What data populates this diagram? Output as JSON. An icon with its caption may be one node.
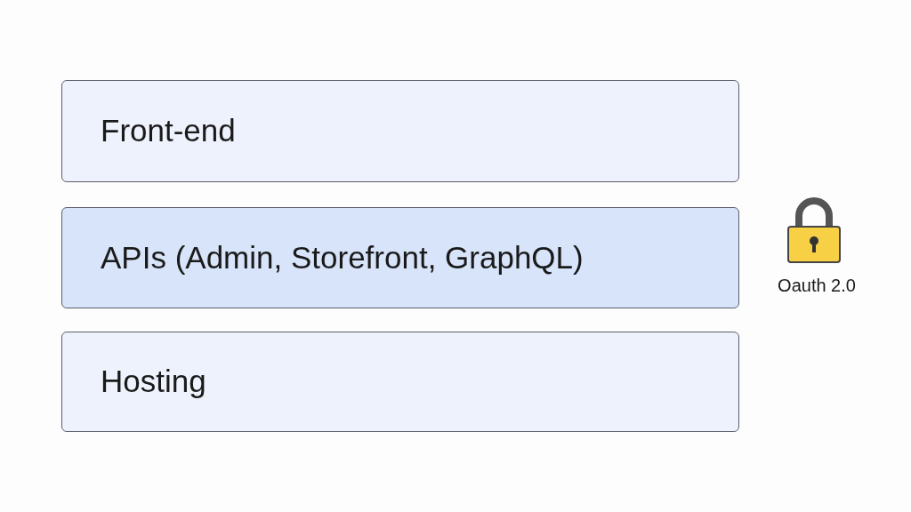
{
  "diagram": {
    "nodes": [
      {
        "text": [
          "Front-end"
        ]
      },
      {
        "text": [
          "APIs (Admin, Storefront, GraphQL)"
        ]
      },
      {
        "text": [
          "Hosting"
        ]
      }
    ],
    "labels": [
      "Oauth 2.0"
    ]
  }
}
